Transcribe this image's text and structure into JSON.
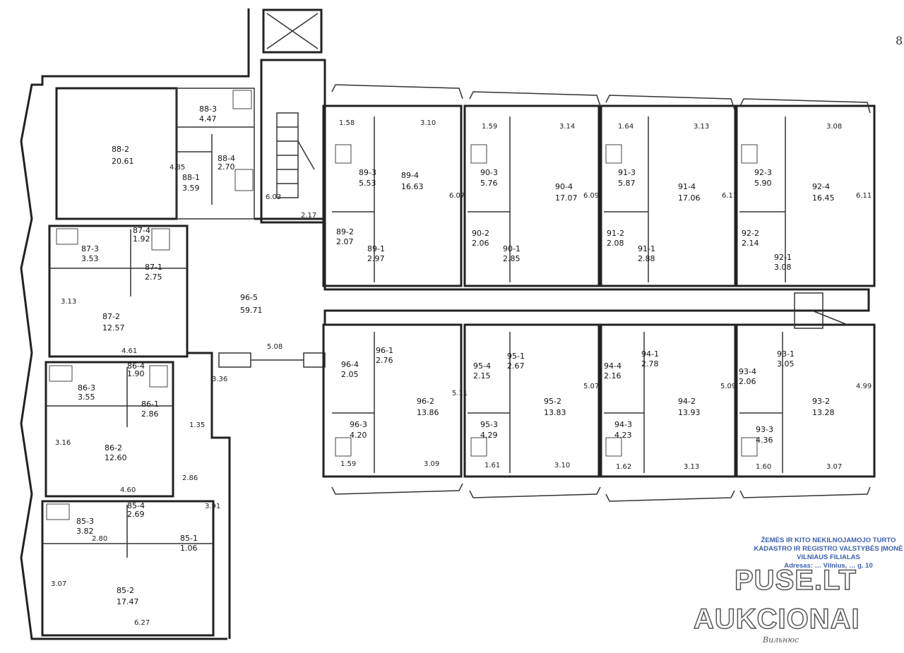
{
  "page_number": "8",
  "rooms": [
    {
      "id": "88-2",
      "area": "20.61"
    },
    {
      "id": "88-3",
      "area": "4.47"
    },
    {
      "id": "88-4",
      "area": "2.70"
    },
    {
      "id": "88-1",
      "area": "3.59"
    },
    {
      "id": "87-3",
      "area": "3.53"
    },
    {
      "id": "87-4",
      "area": "1.92"
    },
    {
      "id": "87-1",
      "area": "2.75"
    },
    {
      "id": "87-2",
      "area": "12.57"
    },
    {
      "id": "86-3",
      "area": "3.55"
    },
    {
      "id": "86-4",
      "area": "1.90"
    },
    {
      "id": "86-1",
      "area": "2.86"
    },
    {
      "id": "86-2",
      "area": "12.60"
    },
    {
      "id": "85-3",
      "area": "3.82"
    },
    {
      "id": "85-4",
      "area": "2.69"
    },
    {
      "id": "85-1",
      "area": "1.06"
    },
    {
      "id": "85-2",
      "area": "17.47"
    },
    {
      "id": "96-5",
      "area": "59.71"
    },
    {
      "id": "89-3",
      "area": "5.53"
    },
    {
      "id": "89-4",
      "area": "16.63"
    },
    {
      "id": "89-2",
      "area": "2.07"
    },
    {
      "id": "89-1",
      "area": "2.97"
    },
    {
      "id": "90-3",
      "area": "5.76"
    },
    {
      "id": "90-4",
      "area": "17.07"
    },
    {
      "id": "90-2",
      "area": "2.06"
    },
    {
      "id": "90-1",
      "area": "2.85"
    },
    {
      "id": "91-3",
      "area": "5.87"
    },
    {
      "id": "91-4",
      "area": "17.06"
    },
    {
      "id": "91-2",
      "area": "2.08"
    },
    {
      "id": "91-1",
      "area": "2.88"
    },
    {
      "id": "92-3",
      "area": "5.90"
    },
    {
      "id": "92-4",
      "area": "16.45"
    },
    {
      "id": "92-2",
      "area": "2.14"
    },
    {
      "id": "92-1",
      "area": "3.08"
    },
    {
      "id": "96-1",
      "area": "2.76"
    },
    {
      "id": "96-4",
      "area": "2.05"
    },
    {
      "id": "96-2",
      "area": "13.86"
    },
    {
      "id": "96-3",
      "area": "4.20"
    },
    {
      "id": "95-1",
      "area": "2.67"
    },
    {
      "id": "95-4",
      "area": "2.15"
    },
    {
      "id": "95-2",
      "area": "13.83"
    },
    {
      "id": "95-3",
      "area": "4.29"
    },
    {
      "id": "94-1",
      "area": "2.78"
    },
    {
      "id": "94-4",
      "area": "2.16"
    },
    {
      "id": "94-2",
      "area": "13.93"
    },
    {
      "id": "94-3",
      "area": "4.23"
    },
    {
      "id": "93-1",
      "area": "3.05"
    },
    {
      "id": "93-4",
      "area": "2.06"
    },
    {
      "id": "93-2",
      "area": "13.28"
    },
    {
      "id": "93-3",
      "area": "4.36"
    }
  ],
  "dimensions": {
    "d_corridor_w": "2.17",
    "d_hall": "5.08",
    "d_135": "1.35",
    "d_336": "3.36",
    "d_603": "6.03",
    "d_461": "4.61",
    "d_460": "4.60",
    "d_627": "6.27",
    "d_280": "2.80",
    "d_391": "3.91",
    "d_286": "2.86",
    "d_485": "4.85",
    "d_313": "3.13",
    "d_316": "3.16",
    "d_307": "3.07",
    "d_158": "1.58",
    "d_310": "3.10",
    "d_607": "6.07",
    "d_159": "1.59",
    "d_314": "3.14",
    "d_609": "6.09",
    "d_164": "1.64",
    "d_313b": "3.13",
    "d_611": "6.11",
    "d_308": "3.08",
    "d_611b": "6.11",
    "d_511": "5.11",
    "d_507": "5.07",
    "d_509": "5.09",
    "d_499": "4.99",
    "d_159b": "1.59",
    "d_309": "3.09",
    "d_161": "1.61",
    "d_310b": "3.10",
    "d_162": "1.62",
    "d_313c": "3.13",
    "d_160": "1.60",
    "d_307b": "3.07"
  },
  "stamp": {
    "line1": "ŽEMĖS IR KITO NEKILNOJAMOJO TURTO",
    "line2": "KADASTRO IR REGISTRO VALSTYBĖS ĮMONĖ",
    "line3": "VILNIAUS FILIALAS",
    "line4": "Adresas: … Vilnius, … g. 10"
  },
  "watermark": {
    "line1": "PUSE.LT",
    "line2": "AUKCIONAI"
  },
  "signature": "Вильнюс"
}
